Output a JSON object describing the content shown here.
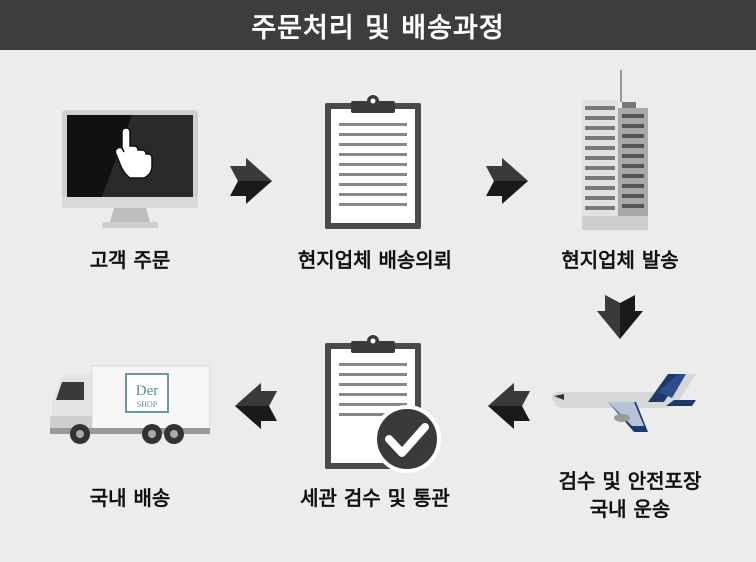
{
  "title": "주문처리 및 배송과정",
  "steps": [
    {
      "label": "고객 주문"
    },
    {
      "label": "현지업체 배송의뢰"
    },
    {
      "label": "현지업체 발송"
    },
    {
      "label_line1": "검수 및 안전포장",
      "label_line2": "국내 운송"
    },
    {
      "label": "세관 검수 및 통관"
    },
    {
      "label": "국내 배송"
    }
  ],
  "truck_logo": {
    "brand": "Der",
    "sub": "SHOP"
  },
  "colors": {
    "header_bg": "#3d3d3d",
    "background": "#ececec",
    "arrow": "#1a1a1a",
    "check_circle": "#3a3a3a",
    "plane_tail": "#1d3a6e"
  }
}
